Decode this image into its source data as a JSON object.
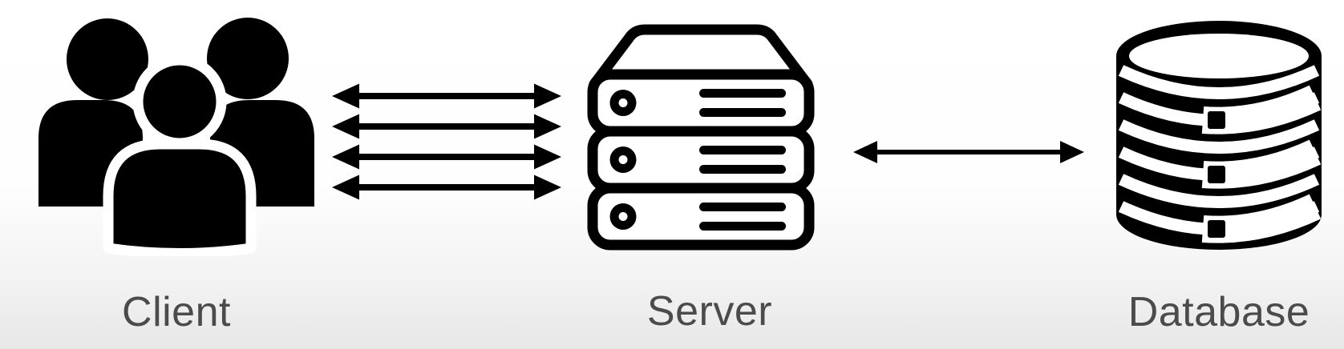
{
  "diagram": {
    "nodes": [
      {
        "id": "client",
        "label": "Client",
        "icon": "users-icon"
      },
      {
        "id": "server",
        "label": "Server",
        "icon": "server-rack-icon"
      },
      {
        "id": "database",
        "label": "Database",
        "icon": "database-cylinder-icon"
      }
    ],
    "connections": [
      {
        "from": "client",
        "to": "server",
        "bidirectional": true,
        "arrow_count": 4,
        "style": "thick-double-headed-parallel"
      },
      {
        "from": "server",
        "to": "database",
        "bidirectional": true,
        "arrow_count": 1,
        "style": "thin-double-headed"
      }
    ],
    "colors": {
      "icon": "#000000",
      "label_text": "#4b4b4b",
      "background_top": "#ffffff",
      "background_bottom": "#e7e7e8"
    }
  }
}
